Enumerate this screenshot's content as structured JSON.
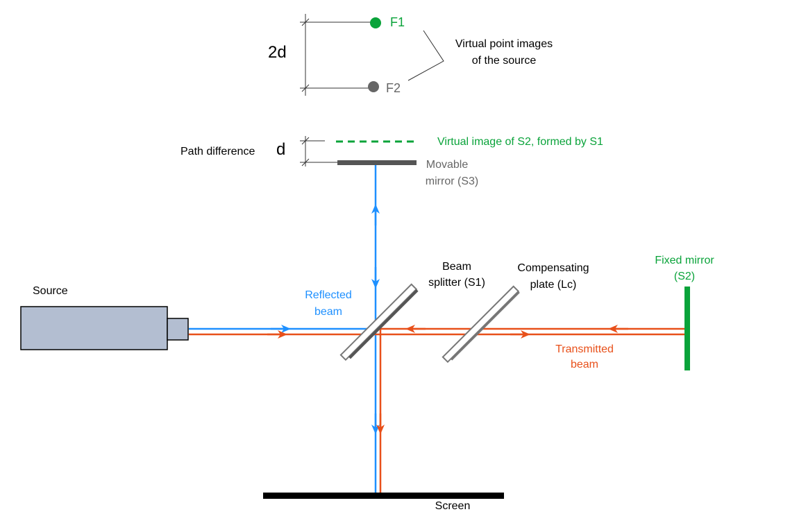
{
  "colors": {
    "blue": "#1e90ff",
    "orange": "#e8501a",
    "green": "#0aa33a",
    "gray": "#666666",
    "source_fill": "#b3bed1",
    "black": "#000000"
  },
  "labels": {
    "f1": "F1",
    "f2": "F2",
    "two_d": "2d",
    "virtual_point_line1": "Virtual point images",
    "virtual_point_line2": "of the source",
    "path_difference": "Path difference",
    "d": "d",
    "virtual_image": "Virtual image of S2,  formed by S1",
    "movable_line1": "Movable",
    "movable_line2": "mirror (S3)",
    "source": "Source",
    "reflected_line1": "Reflected",
    "reflected_line2": "beam",
    "beam_splitter_line1": "Beam",
    "beam_splitter_line2": "splitter (S1)",
    "compensating_line1": "Compensating",
    "compensating_line2": "plate (Lc)",
    "fixed_line1": "Fixed mirror",
    "fixed_line2": "(S2)",
    "transmitted_line1": "Transmitted",
    "transmitted_line2": "beam",
    "screen": "Screen"
  }
}
